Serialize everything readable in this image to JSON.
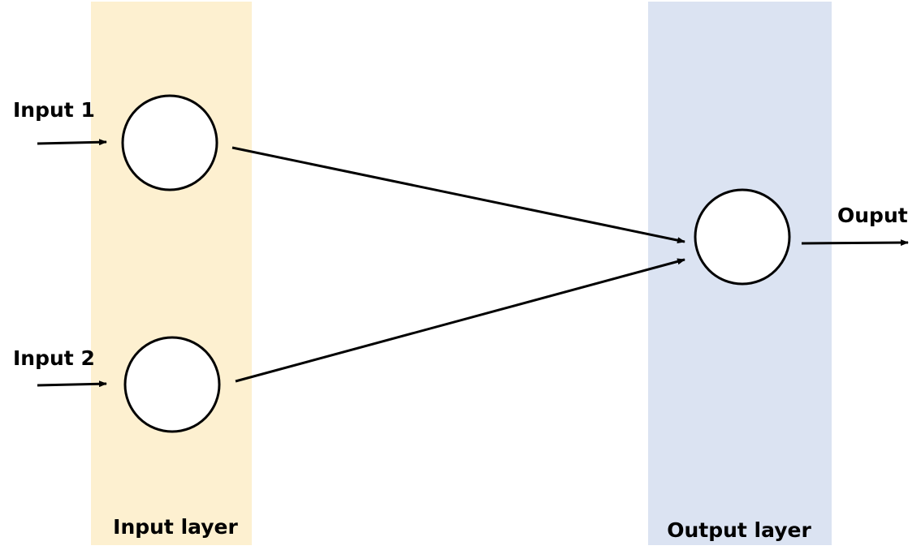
{
  "diagram": {
    "inputs": [
      {
        "label": "Input 1"
      },
      {
        "label": "Input 2"
      }
    ],
    "output_label": "Ouput",
    "input_layer_label": "Input layer",
    "output_layer_label": "Output layer",
    "colors": {
      "input_layer_bg": "#fdf0d0",
      "output_layer_bg": "#dbe3f2",
      "node_fill": "#ffffff",
      "stroke": "#000000"
    }
  }
}
